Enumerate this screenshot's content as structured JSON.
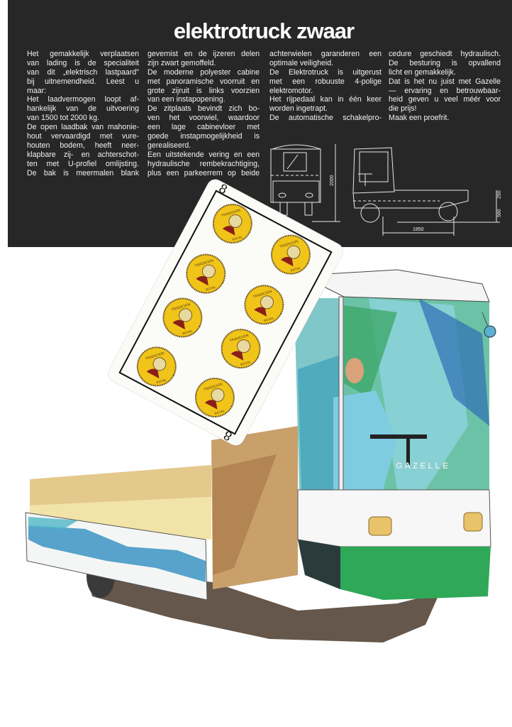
{
  "title": "elektrotruck zwaar",
  "columns": [
    [
      "Het gemakkelijk verplaatsen",
      "van lading is de specialiteit",
      "van dit „elektrisch lastpaard\"",
      "bij uitnemendheid. Leest u",
      "maar:",
      "Het laadvermogen loopt af-",
      "hankelijk van de uitvoering",
      "van 1500 tot 2000 kg.",
      "De open laadbak van mahonie-",
      "hout vervaardigd met vure-",
      "houten bodem, heeft neer-",
      "klapbare zij- en achterschot-",
      "ten met U-profiel omlijsting.",
      "De bak is meermalen blank"
    ],
    [
      "gevernist en de ijzeren delen",
      "zijn zwart gemoffeld.",
      "De moderne polyester cabine",
      "met panoramische voorruit en",
      "grote zijruit is links voorzien",
      "van een instapopening.",
      "De zitplaats bevindt zich bo-",
      "ven het voorwiel, waardoor",
      "een lage cabinevloer met",
      "goede instapmogelijkheid is",
      "gerealiseerd.",
      "Een uitstekende vering en een",
      "hydraulische rembekrachtiging,",
      "plus een parkeerrem op beide"
    ],
    [
      "achterwielen garanderen een",
      "optimale veiligheid.",
      "De Elektrotruck is uitgerust",
      "met een robuuste 4-polige",
      "elektromotor.",
      "Het rijpedaal kan in één keer",
      "worden ingetrapt.",
      "De automatische schakelpro-"
    ],
    [
      "cedure geschiedt hydraulisch.",
      "De besturing is opvallend",
      "licht en gemakkelijk.",
      "Dat is het nu juist met Gazelle",
      "— ervaring en betrouwbaar-",
      "heid geven u veel méér voor",
      "die prijs!",
      "Maak een proefrit."
    ]
  ],
  "drawing": {
    "height": "2000",
    "bed_height": "290",
    "floor_height": "580",
    "wheelbase": "1850"
  },
  "illustration": {
    "brand": "GAZELLE"
  },
  "card": {
    "index": "8",
    "coin_text_top": "TRADICION",
    "coin_text_bottom": "ROYAL",
    "coin_count": 8
  },
  "colors": {
    "band": "#272727",
    "coin": "#f0c419",
    "bust": "#8a1f1a",
    "cab_green": "#2fa858"
  }
}
